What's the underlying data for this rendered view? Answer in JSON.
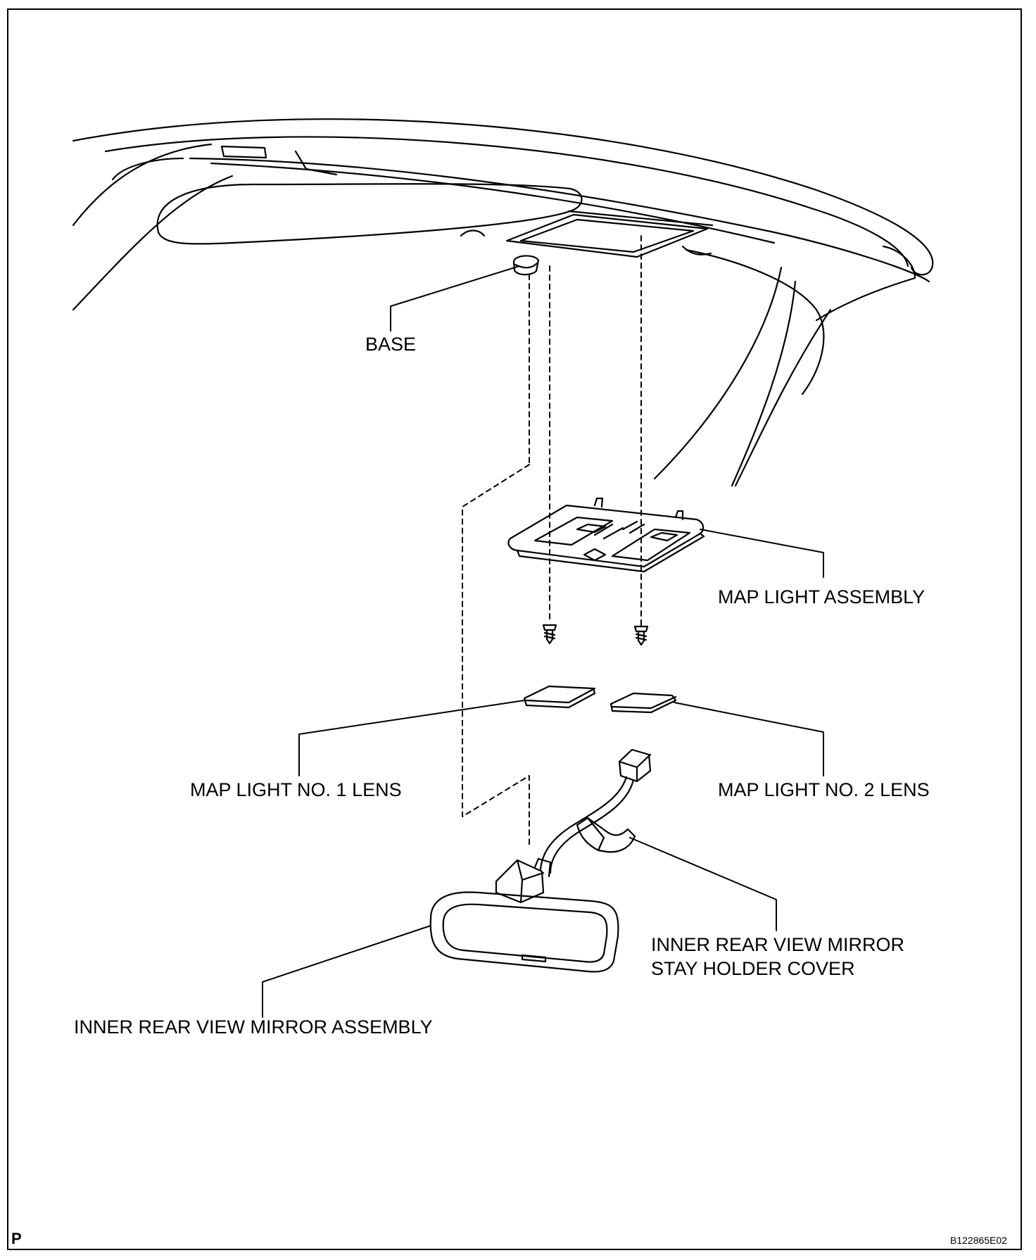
{
  "labels": {
    "base": "BASE",
    "map_light_assembly": "MAP LIGHT ASSEMBLY",
    "lens_no1": "MAP LIGHT NO. 1 LENS",
    "lens_no2": "MAP LIGHT NO. 2 LENS",
    "stay_holder_cover_line1": "INNER REAR VIEW MIRROR",
    "stay_holder_cover_line2": "STAY HOLDER COVER",
    "mirror_assembly": "INNER REAR VIEW MIRROR ASSEMBLY"
  },
  "corner_mark": "P",
  "figure_code": "B122865E02"
}
